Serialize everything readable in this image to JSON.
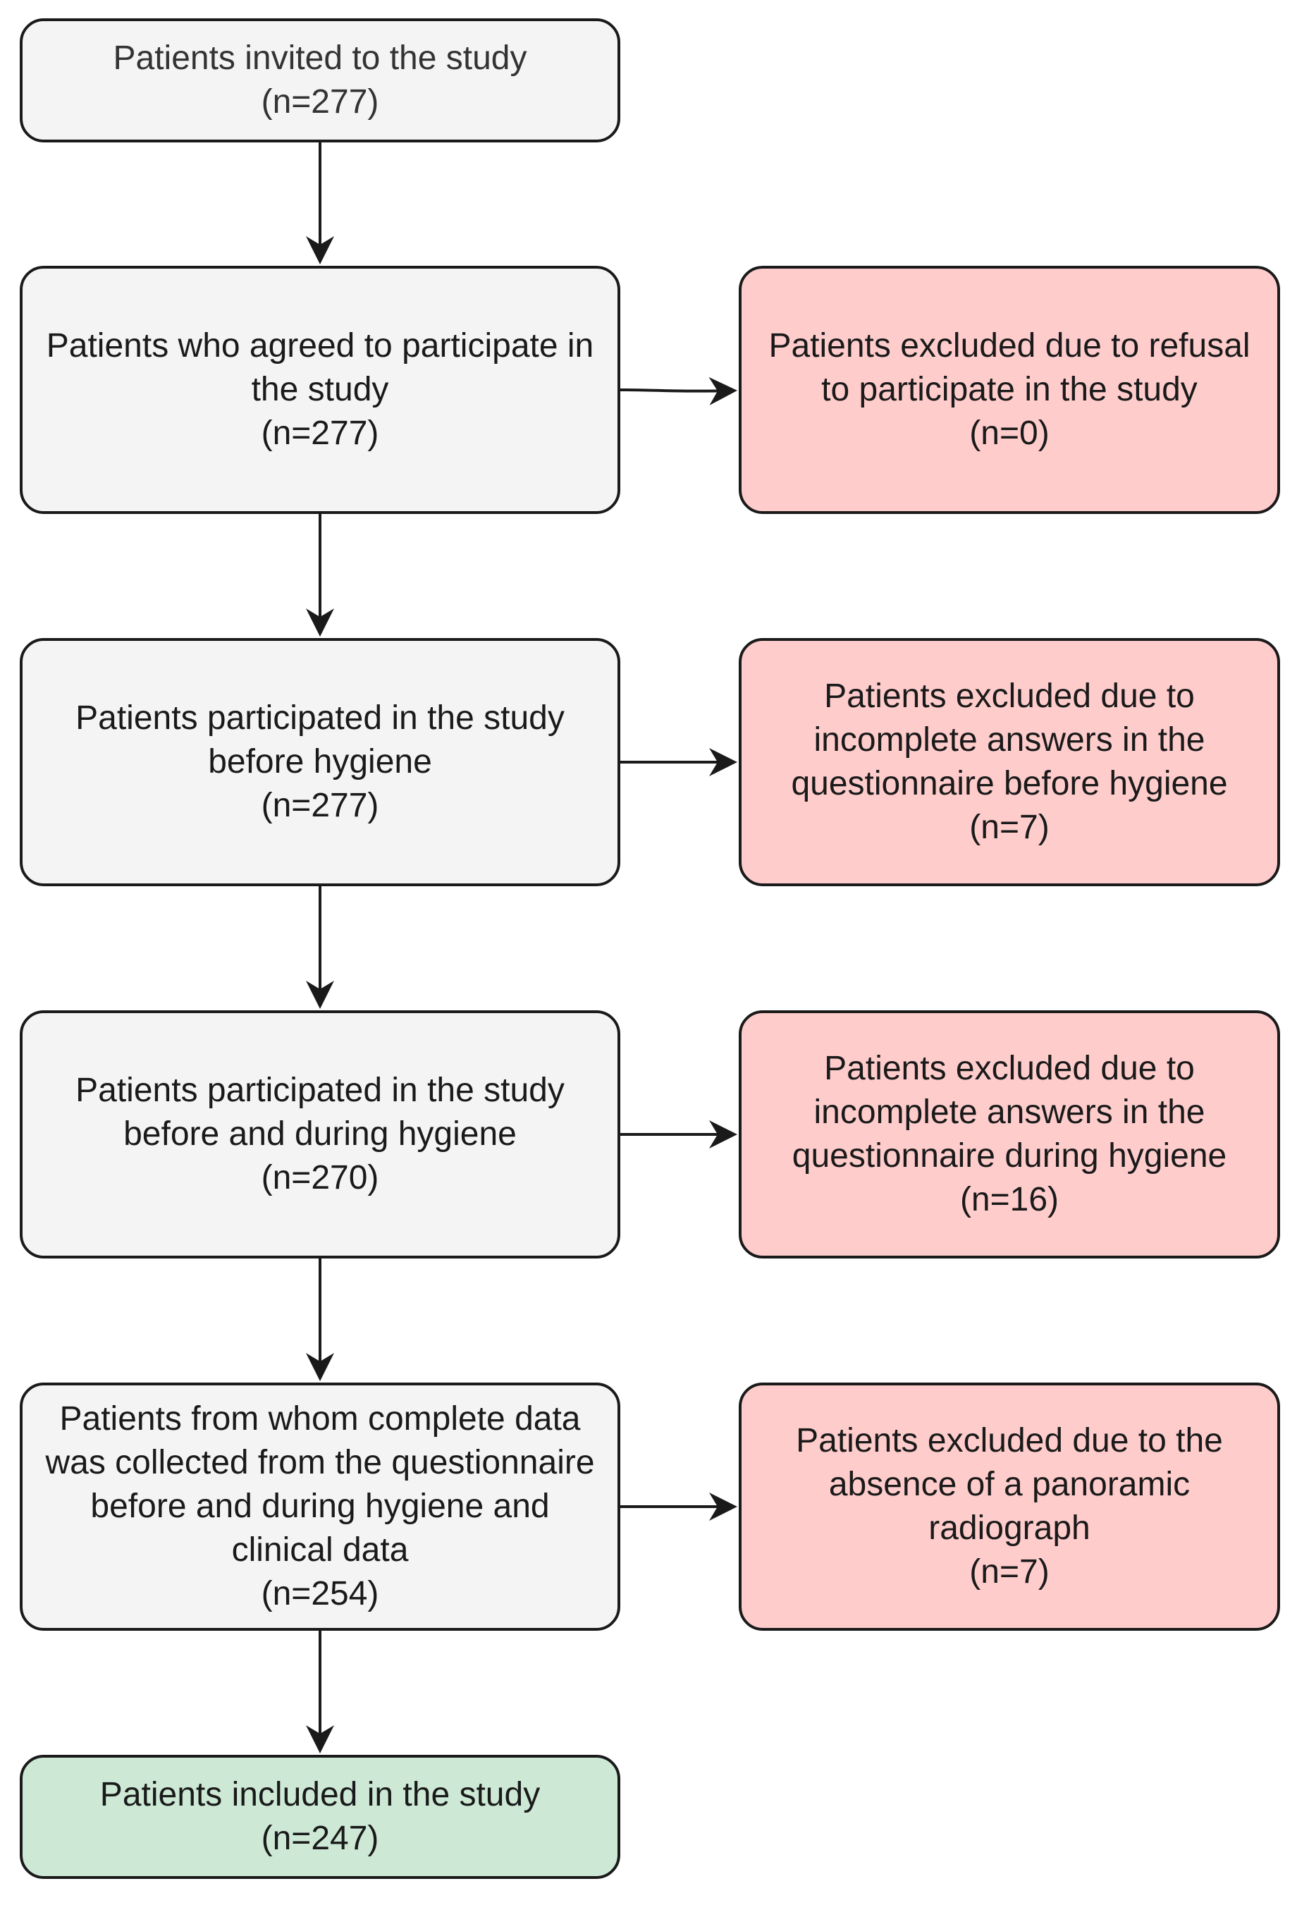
{
  "flow_boxes": [
    {
      "id": "invited",
      "lines": [
        "Patients invited to the study",
        "(n=277)"
      ]
    },
    {
      "id": "agreed",
      "lines": [
        "Patients who agreed to participate in",
        "the study",
        "(n=277)"
      ]
    },
    {
      "id": "before",
      "lines": [
        "Patients participated in the study",
        "before hygiene",
        "(n=277)"
      ]
    },
    {
      "id": "during",
      "lines": [
        "Patients participated in the study",
        "before and during hygiene",
        "(n=270)"
      ]
    },
    {
      "id": "complete",
      "lines": [
        "Patients from whom complete data",
        "was collected from the questionnaire",
        "before and during hygiene and",
        "clinical data",
        "(n=254)"
      ]
    },
    {
      "id": "included",
      "lines": [
        "Patients included in the study",
        "(n=247)"
      ]
    }
  ],
  "exclusion_boxes": [
    {
      "id": "refusal",
      "lines": [
        "Patients excluded due to refusal",
        "to participate in the study",
        "(n=0)"
      ]
    },
    {
      "id": "incomplete-before",
      "lines": [
        "Patients excluded due to",
        "incomplete answers in the",
        "questionnaire before hygiene",
        "(n=7)"
      ]
    },
    {
      "id": "incomplete-during",
      "lines": [
        "Patients excluded due to",
        "incomplete answers in the",
        "questionnaire during hygiene",
        "(n=16)"
      ]
    },
    {
      "id": "no-radiograph",
      "lines": [
        "Patients excluded due to the",
        "absence of a panoramic",
        "radiograph",
        "(n=7)"
      ]
    }
  ],
  "colors": {
    "flow_box": "#f4f4f4",
    "exclusion_box": "#ffcccc",
    "included_box": "#cde9d6",
    "stroke": "#1a1a1a"
  }
}
